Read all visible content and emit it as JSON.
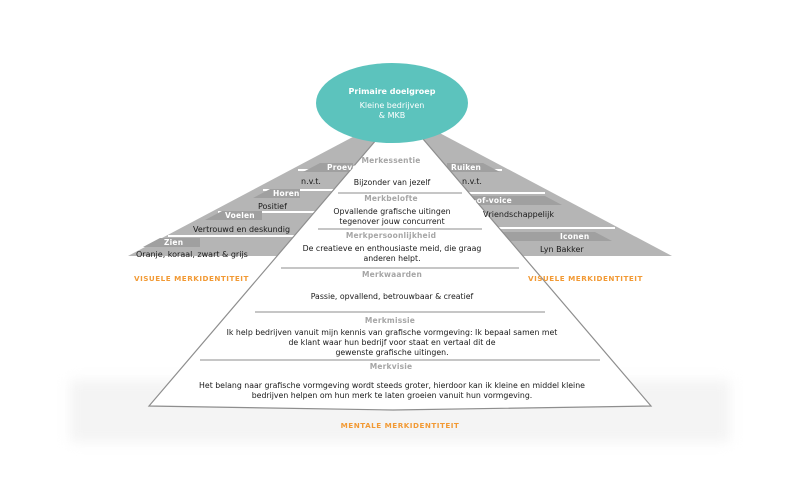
{
  "colors": {
    "teal": "#5cc3bd",
    "gray": "#b5b5b5",
    "line": "#8e8e8e",
    "orange": "#f29a35",
    "white": "#ffffff"
  },
  "top": {
    "title": "Primaire doelgroep",
    "line1": "Kleine bedrijven",
    "line2": "& MKB"
  },
  "left_wing": [
    {
      "label": "Proeven",
      "value": "n.v.t."
    },
    {
      "label": "Horen",
      "value": "Positief"
    },
    {
      "label": "Voelen",
      "value": "Vertrouwd en deskundig"
    },
    {
      "label": "Zien",
      "value": "Oranje, koraal, zwart & grijs"
    }
  ],
  "right_wing": [
    {
      "label": "Ruiken",
      "value": "n.v.t."
    },
    {
      "label": "Tone-of-voice",
      "value": "Vriendschappelijk"
    },
    {
      "label": "Iconen",
      "value": "Lyn Bakker"
    }
  ],
  "center": [
    {
      "label": "Merkessentie",
      "lines": [
        "Bijzonder van jezelf"
      ]
    },
    {
      "label": "Merkbelofte",
      "lines": [
        "Opvallende grafische uitingen",
        "tegenover jouw concurrent"
      ]
    },
    {
      "label": "Merkpersoonlijkheid",
      "lines": [
        "De creatieve en enthousiaste meid, die graag",
        "anderen helpt."
      ]
    },
    {
      "label": "Merkwaarden",
      "lines": [
        "Passie, opvallend, betrouwbaar & creatief"
      ]
    },
    {
      "label": "Merkmissie",
      "lines": [
        "Ik help bedrijven vanuit mijn kennis van grafische vormgeving: Ik bepaal samen met",
        "de klant waar hun bedrijf voor staat en vertaal dit de",
        "gewenste grafische uitingen."
      ]
    },
    {
      "label": "Merkvisie",
      "lines": [
        "Het belang naar grafische vormgeving wordt steeds groter, hierdoor kan ik kleine en middel kleine",
        "bedrijven helpen om hun merk te laten groeien vanuit hun vormgeving."
      ]
    }
  ],
  "captions": {
    "left": "VISUELE MERKIDENTITEIT",
    "right": "VISUELE MERKIDENTITEIT",
    "bottom": "MENTALE MERKIDENTITEIT"
  }
}
